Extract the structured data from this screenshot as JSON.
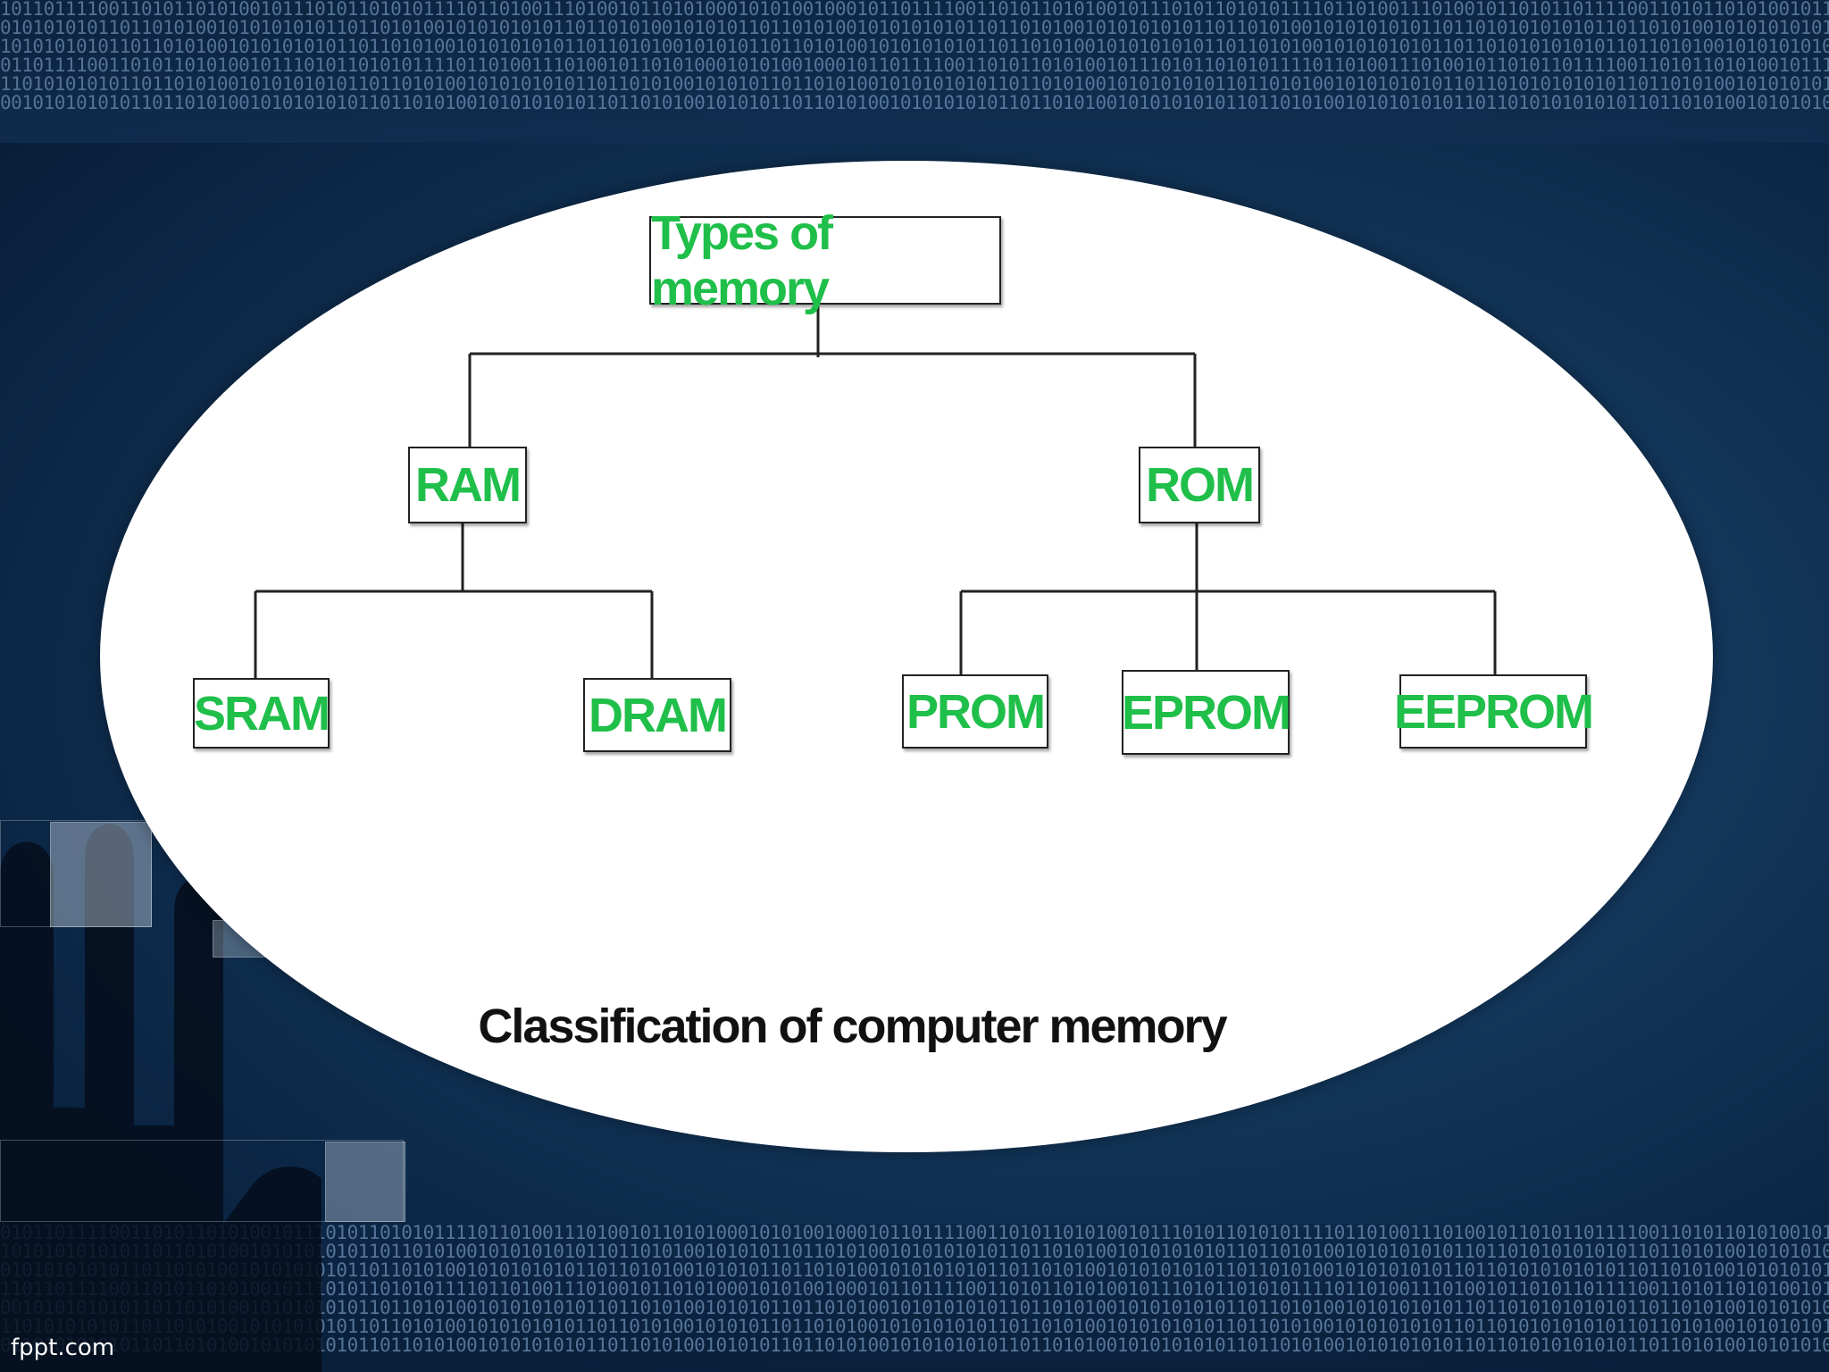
{
  "diagram": {
    "root": "Types of memory",
    "level1": {
      "ram": "RAM",
      "rom": "ROM"
    },
    "ram_children": {
      "sram": "SRAM",
      "dram": "DRAM"
    },
    "rom_children": {
      "prom": "PROM",
      "eprom": "EPROM",
      "eeprom": "EEPROM"
    },
    "caption": "Classification of computer memory"
  },
  "footer": {
    "brand": "fppt.com"
  },
  "colors": {
    "node_text": "#1fbf4a",
    "background": "#123457"
  }
}
